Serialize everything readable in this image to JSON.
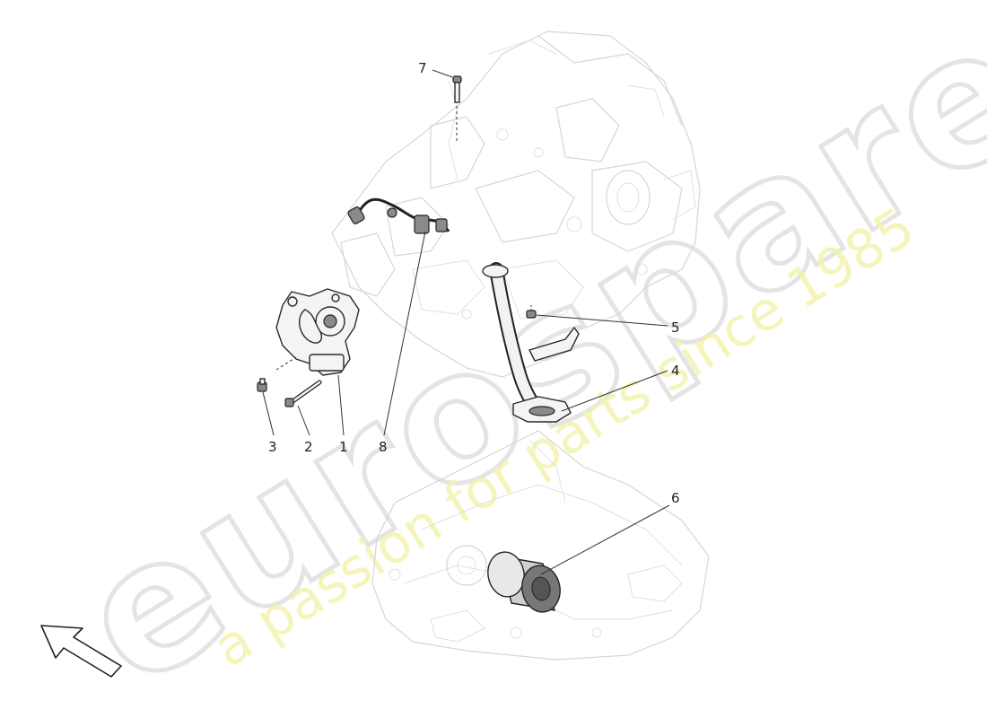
{
  "watermark": {
    "brand": "eurospares",
    "tagline": "a passion for parts since 1985"
  },
  "callouts": [
    {
      "id": "1",
      "label": "1"
    },
    {
      "id": "2",
      "label": "2"
    },
    {
      "id": "3",
      "label": "3"
    },
    {
      "id": "4",
      "label": "4"
    },
    {
      "id": "5",
      "label": "5"
    },
    {
      "id": "6",
      "label": "6"
    },
    {
      "id": "7",
      "label": "7"
    },
    {
      "id": "8",
      "label": "8"
    }
  ],
  "colors": {
    "background": "#ffffff",
    "line_art": "#2a2a2a",
    "ghost_engine": "#d6d6d6",
    "watermark_logo": "#e4e4e4",
    "watermark_tagline": "#f3f3b0"
  },
  "icons": {
    "direction_arrow": "front-direction-arrow-icon"
  }
}
